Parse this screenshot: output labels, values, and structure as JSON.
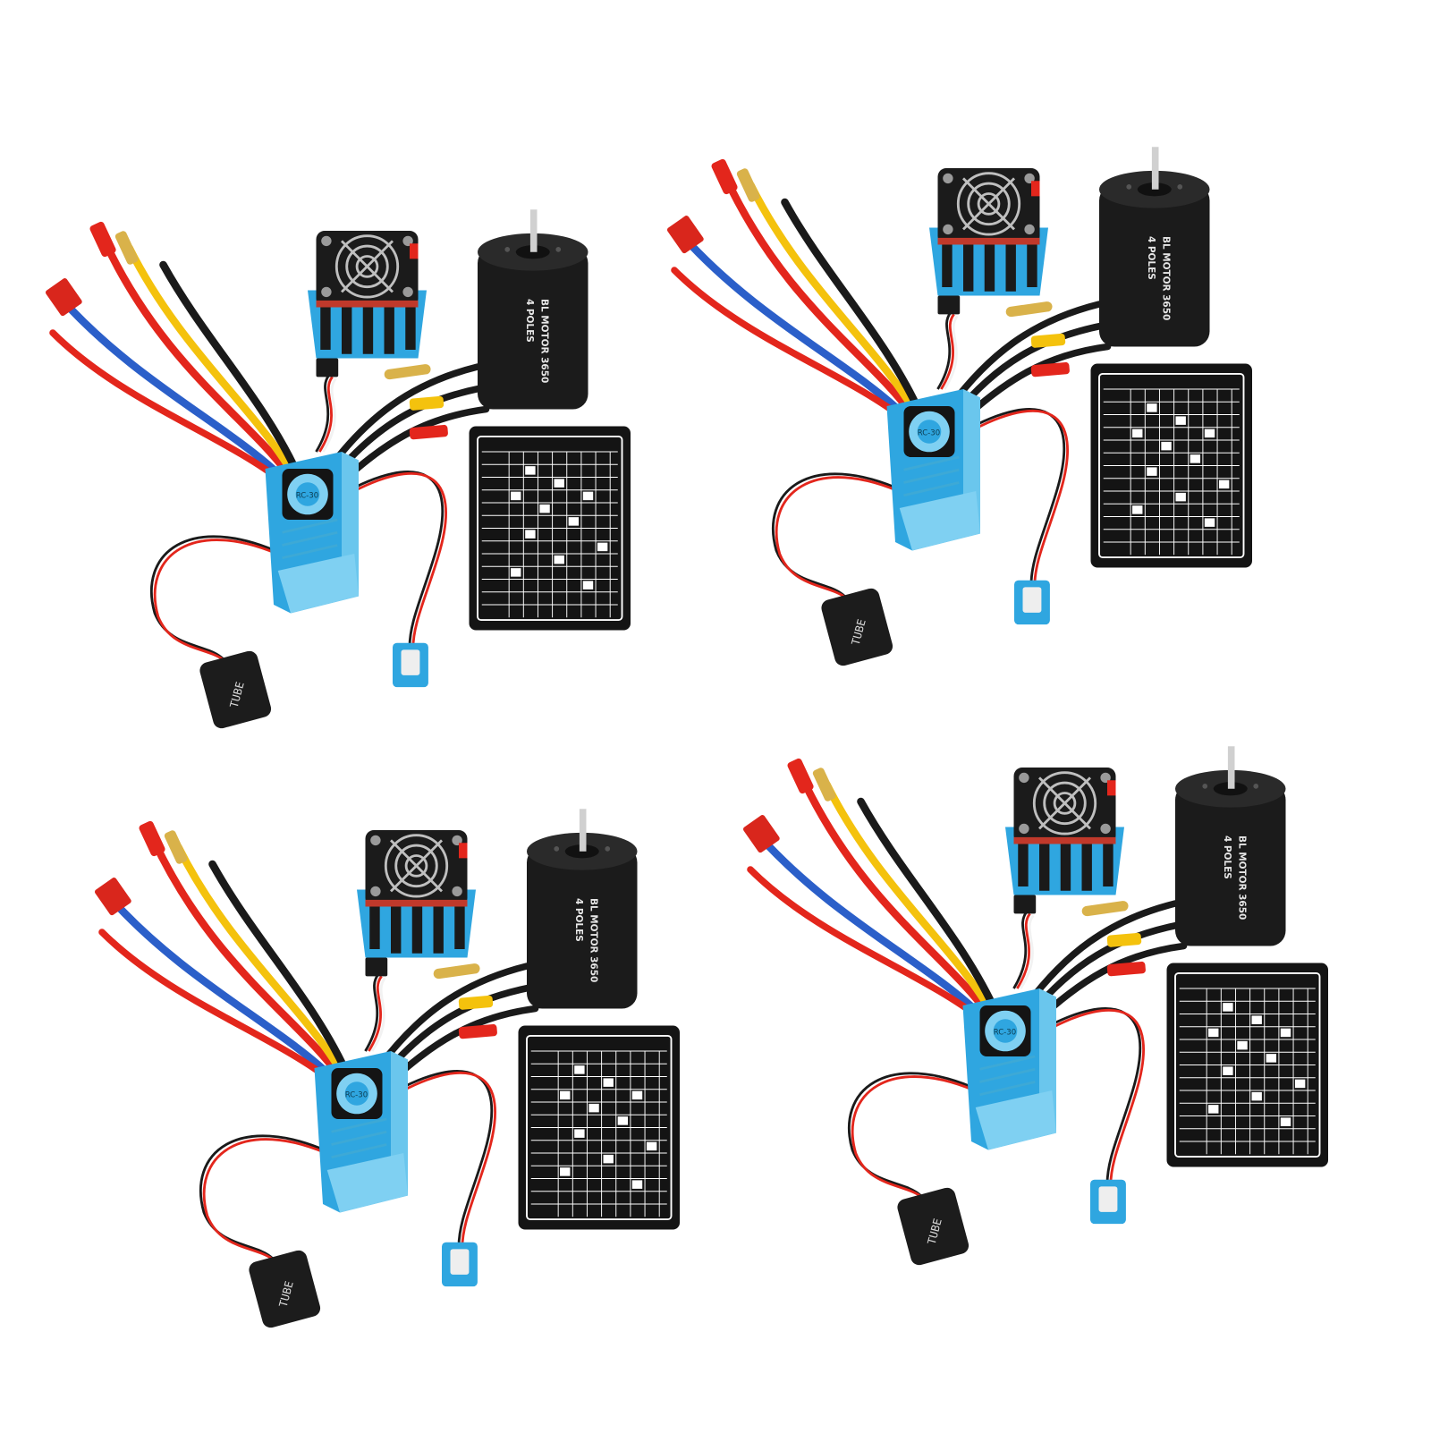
{
  "image": {
    "background": "#ffffff",
    "kit_count": 4
  },
  "labels": {
    "motor_model": "BL MOTOR 3650",
    "motor_spec": "4 POLES",
    "tube_print": "TUBE",
    "fan_print": "RC-30"
  },
  "colors": {
    "esc_blue": "#2fa6e0",
    "esc_blue_light": "#7fd0f2",
    "wire_red": "#e3261c",
    "wire_yellow": "#f4c20d",
    "wire_blue": "#2b5fc9",
    "wire_black": "#1a1a1a",
    "connector_gold": "#d9b24a",
    "motor_black": "#1b1b1b",
    "card_black": "#141414",
    "deans_red": "#d9261c"
  },
  "kits": [
    {
      "position": "top-left",
      "item_icons": [
        "esc-icon",
        "fan-heatsink-icon",
        "motor-icon",
        "program-card-icon",
        "switch-icon",
        "receiver-plug-icon"
      ]
    },
    {
      "position": "top-right",
      "item_icons": [
        "esc-icon",
        "fan-heatsink-icon",
        "motor-icon",
        "program-card-icon",
        "switch-icon",
        "receiver-plug-icon"
      ]
    },
    {
      "position": "bottom-left",
      "item_icons": [
        "esc-icon",
        "fan-heatsink-icon",
        "motor-icon",
        "program-card-icon",
        "switch-icon",
        "receiver-plug-icon"
      ]
    },
    {
      "position": "bottom-right",
      "item_icons": [
        "esc-icon",
        "fan-heatsink-icon",
        "motor-icon",
        "program-card-icon",
        "switch-icon",
        "receiver-plug-icon"
      ]
    }
  ]
}
